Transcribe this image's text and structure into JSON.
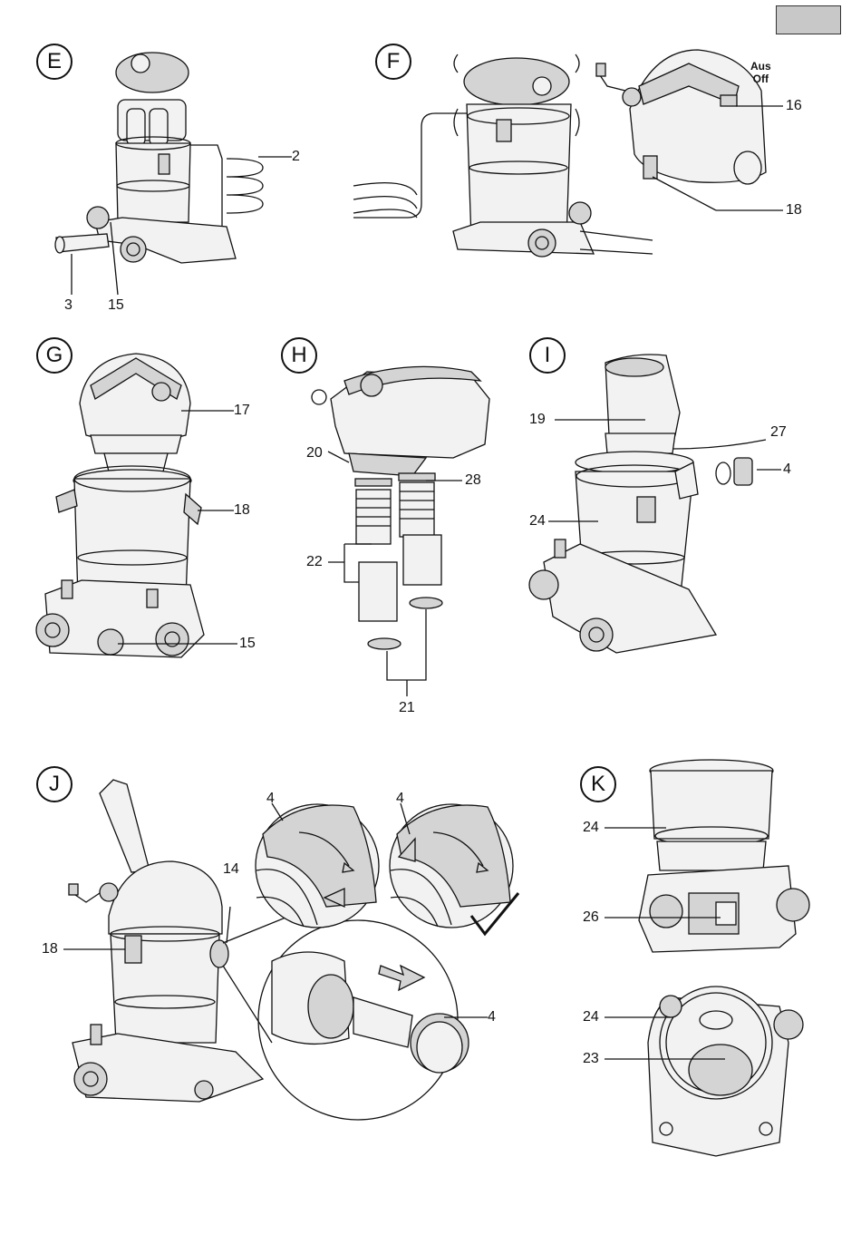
{
  "panels": [
    {
      "letter": "E",
      "callouts": [
        "2",
        "3",
        "15"
      ]
    },
    {
      "letter": "F",
      "callouts": [
        "16",
        "18"
      ],
      "switch_label": [
        "Aus",
        "Off"
      ]
    },
    {
      "letter": "G",
      "callouts": [
        "17",
        "18",
        "15"
      ]
    },
    {
      "letter": "H",
      "callouts": [
        "20",
        "28",
        "22",
        "21"
      ]
    },
    {
      "letter": "I",
      "callouts": [
        "19",
        "27",
        "4",
        "24"
      ]
    },
    {
      "letter": "J",
      "callouts": [
        "14",
        "18",
        "4",
        "4",
        "4"
      ]
    },
    {
      "letter": "K",
      "callouts": [
        "24",
        "26",
        "24",
        "23"
      ]
    }
  ],
  "icons": [
    "lock-open-icon",
    "lock-closed-icon",
    "rotate-arrow-icon",
    "checkmark-icon",
    "direction-arrow-icon"
  ]
}
